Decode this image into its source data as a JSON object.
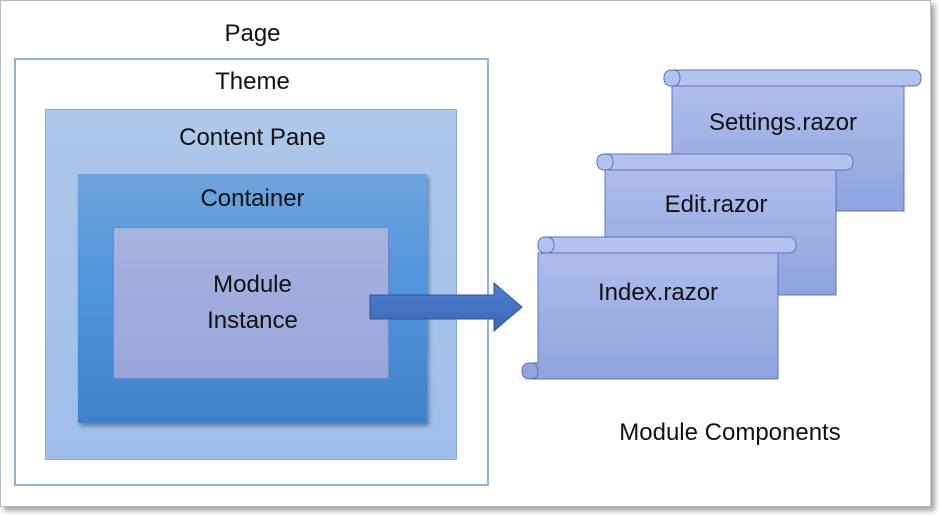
{
  "diagram": {
    "page_label": "Page",
    "theme_label": "Theme",
    "content_pane_label": "Content Pane",
    "container_label": "Container",
    "module_instance_line1": "Module",
    "module_instance_line2": "Instance",
    "components": [
      {
        "label": "Settings.razor"
      },
      {
        "label": "Edit.razor"
      },
      {
        "label": "Index.razor"
      }
    ],
    "components_caption": "Module Components"
  },
  "colors": {
    "content_pane": "#a6c3ea",
    "container": "#4f95dd",
    "module_instance": "#9eabdc",
    "scroll_fill": "#9aaee3",
    "arrow": "#4472c4"
  }
}
